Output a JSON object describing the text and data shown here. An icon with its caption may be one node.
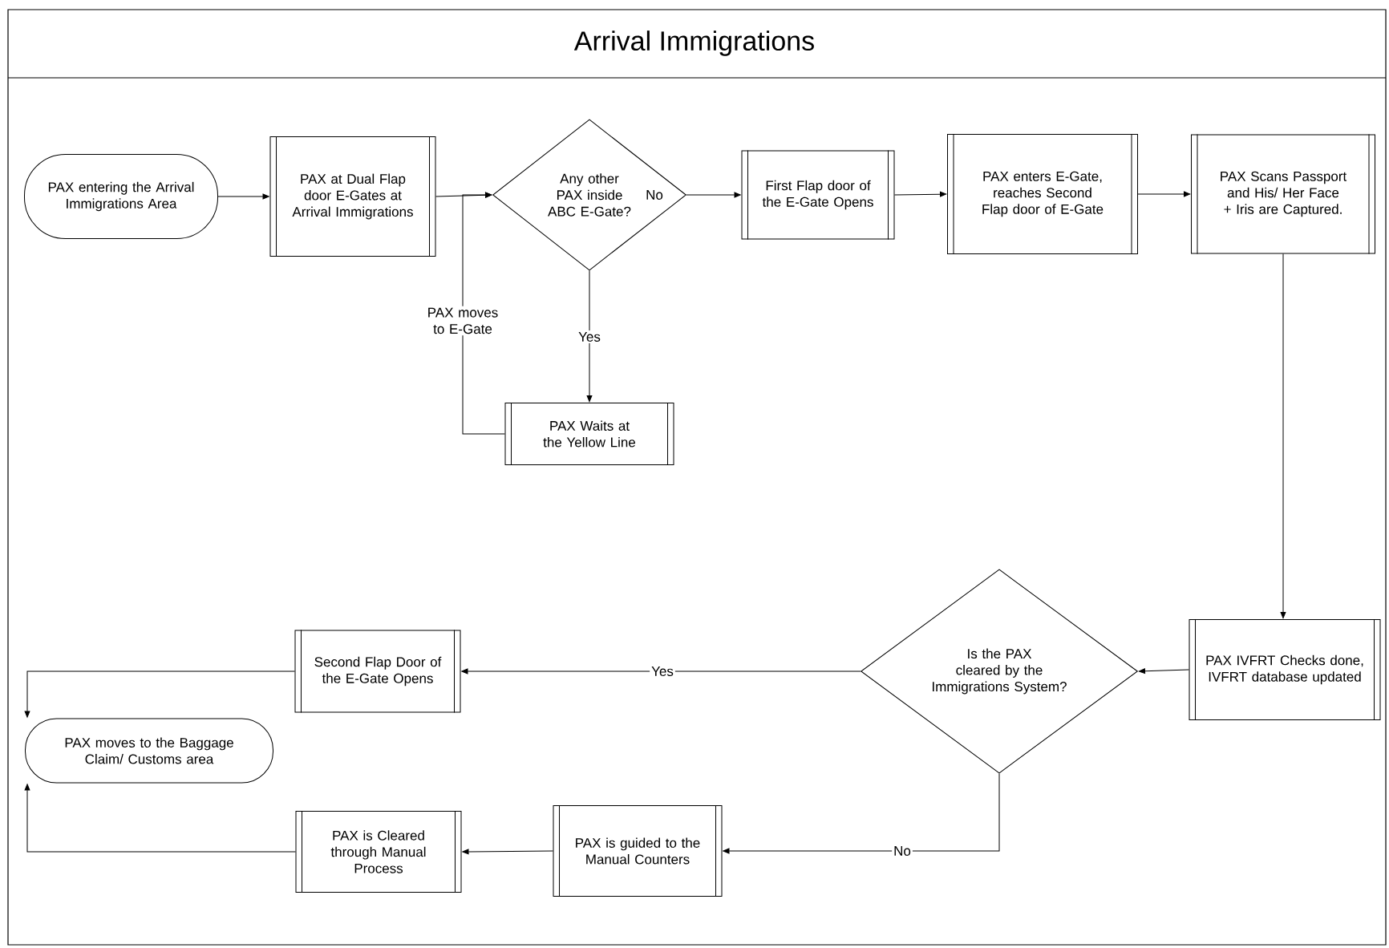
{
  "diagram": {
    "title": "Arrival Immigrations",
    "nodes": [
      {
        "text": [
          "PAX entering the Arrival Immigrations Area"
        ]
      },
      {
        "text": [
          "PAX at Dual Flap door E-Gates at Arrival Immigrations"
        ]
      },
      {
        "text": [
          "Any other PAX inside ABC E-Gate?"
        ]
      },
      {
        "text": [
          "First Flap door of the E-Gate Opens"
        ]
      },
      {
        "text": [
          "PAX enters E-Gate, reaches Second Flap door of E-Gate"
        ]
      },
      {
        "text": [
          "PAX Scans Passport and His/ Her Face + Iris are Captured."
        ]
      },
      {
        "text": [
          "PAX Waits at the Yellow Line"
        ]
      },
      {
        "text": [
          "PAX IVFRT Checks done, IVFRT database updated"
        ]
      },
      {
        "text": [
          "Is the PAX cleared by the Immigrations System?"
        ]
      },
      {
        "text": [
          "Second Flap Door of the E-Gate Opens"
        ]
      },
      {
        "text": [
          "PAX moves to the Baggage Claim/ Customs area"
        ]
      },
      {
        "text": [
          "PAX is guided to the Manual Counters"
        ]
      },
      {
        "text": [
          "PAX is Cleared through Manual Process"
        ]
      }
    ],
    "edges": [
      {
        "from": 0,
        "to": 1,
        "arrow": "to"
      },
      {
        "from": 1,
        "to": 2,
        "arrow": "to"
      },
      {
        "from": 2,
        "to": 3,
        "arrow": "to",
        "label": "No"
      },
      {
        "from": 3,
        "to": 4,
        "arrow": "to"
      },
      {
        "from": 4,
        "to": 5,
        "arrow": "to"
      },
      {
        "from": 2,
        "to": 6,
        "arrow": "to",
        "label": "Yes"
      },
      {
        "from": 6,
        "to": 2,
        "arrow": "to",
        "label": "PAX moves to E-Gate"
      },
      {
        "from": 5,
        "to": 7,
        "arrow": "to"
      },
      {
        "from": 7,
        "to": 8,
        "arrow": "to"
      },
      {
        "from": 8,
        "to": 9,
        "arrow": "to",
        "label": "Yes"
      },
      {
        "from": 8,
        "to": 11,
        "arrow": "to",
        "label": "No"
      },
      {
        "from": 11,
        "to": 12,
        "arrow": "to"
      },
      {
        "from": 9,
        "to": 10,
        "arrow": "to"
      },
      {
        "from": 12,
        "to": 10,
        "arrow": "to"
      }
    ]
  }
}
